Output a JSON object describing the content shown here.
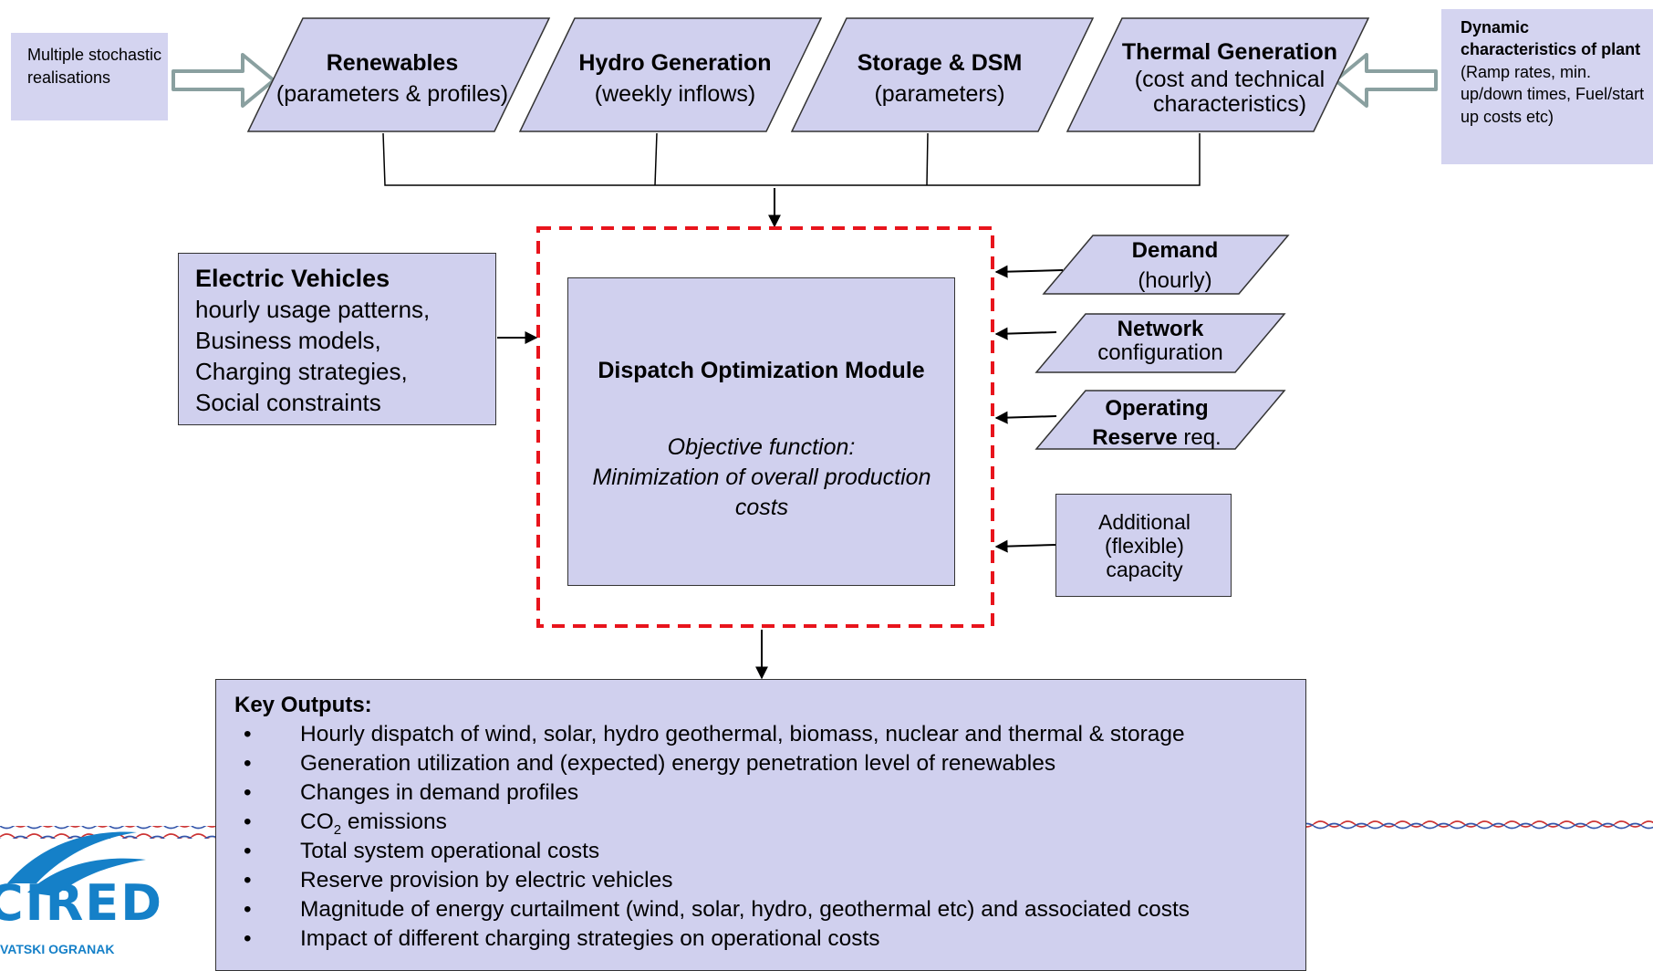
{
  "stochastic_note": "Multiple stochastic realisations",
  "dynamic_note": {
    "bold": "Dynamic characteristics of plant",
    "rest": " (Ramp rates, min. up/down times, Fuel/start up costs etc)"
  },
  "inputs": {
    "renewables": {
      "title": "Renewables",
      "sub": "(parameters & profiles)"
    },
    "hydro": {
      "title": "Hydro Generation",
      "sub": "(weekly inflows)"
    },
    "storage": {
      "title": "Storage & DSM",
      "sub": "(parameters)"
    },
    "thermal": {
      "title": "Thermal Generation",
      "sub1": "(cost and technical",
      "sub2": "characteristics)"
    }
  },
  "ev": {
    "title": "Electric Vehicles",
    "lines": [
      "hourly usage patterns,",
      "Business models,",
      "Charging strategies,",
      "Social constraints"
    ]
  },
  "module": {
    "title": "Dispatch Optimization Module",
    "objective_label": "Objective function:",
    "objective_text": "Minimization of overall production costs"
  },
  "right_inputs": {
    "demand": {
      "title": "Demand",
      "sub": "(hourly)"
    },
    "network": {
      "title": "Network",
      "sub": "configuration"
    },
    "reserve": {
      "line1": "Operating",
      "bold2": "Reserve",
      "rest2": " req."
    },
    "additional": "Additional (flexible) capacity"
  },
  "outputs": {
    "title": "Key Outputs:",
    "items": [
      "Hourly dispatch of wind, solar, hydro geothermal, biomass, nuclear and thermal & storage",
      "Generation utilization and (expected) energy penetration level of renewables",
      "Changes in demand profiles",
      "CO2 emissions",
      "Total system operational costs",
      "Reserve provision by electric vehicles",
      "Magnitude of energy curtailment (wind, solar, hydro, geothermal etc) and associated costs",
      "Impact of different charging strategies on operational costs"
    ]
  },
  "logo": {
    "name": "CIRED",
    "subtitle": "HRVATSKI OGRANAK"
  },
  "colors": {
    "box_fill": "#d0d0ee",
    "dashed_border": "#e8141c",
    "logo_blue": "#1580c8"
  }
}
